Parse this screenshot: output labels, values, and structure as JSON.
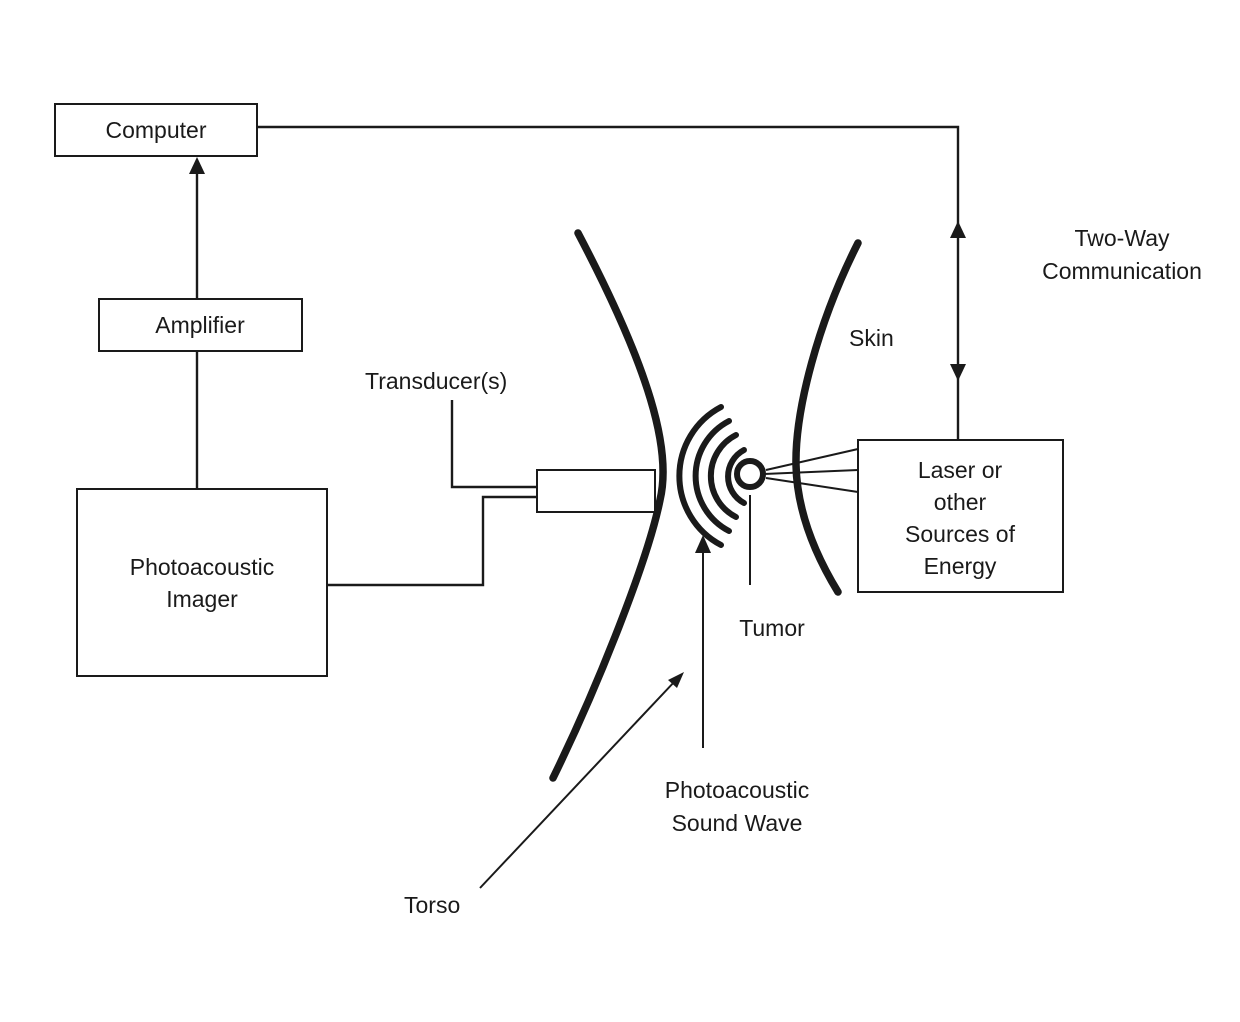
{
  "diagram": {
    "boxes": {
      "computer": {
        "label": "Computer"
      },
      "amplifier": {
        "label": "Amplifier"
      },
      "imager": {
        "line1": "Photoacoustic",
        "line2": "Imager"
      },
      "laser": {
        "line1": "Laser or",
        "line2": "other",
        "line3": "Sources of",
        "line4": "Energy"
      }
    },
    "labels": {
      "transducers": "Transducer(s)",
      "skin": "Skin",
      "two_way_line1": "Two-Way",
      "two_way_line2": "Communication",
      "tumor": "Tumor",
      "sound_wave_line1": "Photoacoustic",
      "sound_wave_line2": "Sound Wave",
      "torso": "Torso"
    },
    "colors": {
      "stroke": "#1a1a1a",
      "background": "#ffffff"
    }
  }
}
